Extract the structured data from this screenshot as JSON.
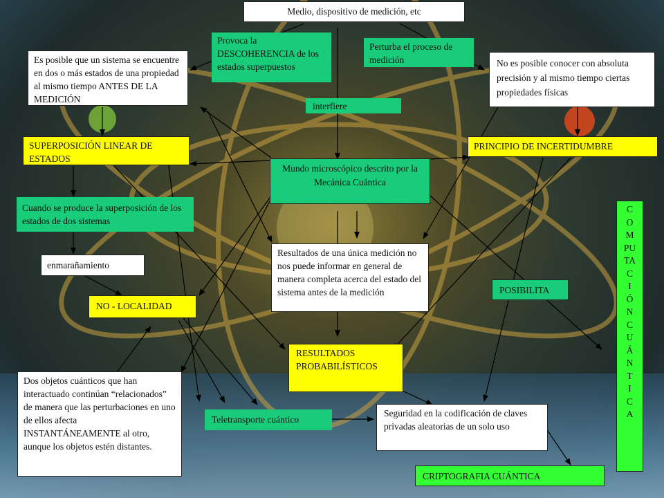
{
  "nodes": {
    "medio": "Medio, dispositivo de medición, etc",
    "decoherencia": "Provoca la DESCOHERENCIA de los estados superpuestos",
    "perturba": "Perturba el proceso de medición",
    "posible": "Es posible que un sistema se encuentre en dos o más estados de una propiedad al mismo tiempo ANTES DE LA MEDICIÓN",
    "no_posible": "No es posible conocer con absoluta precisión y al mismo tiempo ciertas propiedades físicas",
    "interfiere": "interfiere",
    "superposicion": "SUPERPOSICIÓN LINEAR DE ESTADOS",
    "incertidumbre": "PRINCIPIO DE INCERTIDUMBRE",
    "mundo": "Mundo microscópico descrito por la Mecánica Cuántica",
    "cuando": "Cuando se produce la superposición de los estados de dos sistemas",
    "enmaranamiento": "enmarañamiento",
    "resultados_unica": "Resultados de una única medición no nos puede informar en general de manera completa acerca del estado del sistema antes de la medición",
    "posibilita": "POSIBILITA",
    "no_localidad": "NO - LOCALIDAD",
    "probabilisticos": "RESULTADOS PROBABILÍSTICOS",
    "dos_objetos": "Dos objetos cuánticos que han interactuado continúan “relacionados” de manera que las perturbaciones en uno de ellos afecta INSTANTÁNEAMENTE al otro, aunque los objetos estén distantes.",
    "teletransporte": "Teletransporte cuántico",
    "seguridad": "Seguridad en la codificación de claves privadas aleatorias de un solo uso",
    "criptografia": "CRIPTOGRAFIA CUÁNTICA",
    "computacion_letters": [
      "C",
      "O",
      "M",
      "PU",
      "TA",
      "C",
      "I",
      "Ó",
      "N",
      "C",
      "U",
      "Á",
      "N",
      "T",
      "I",
      "C",
      "A"
    ]
  }
}
